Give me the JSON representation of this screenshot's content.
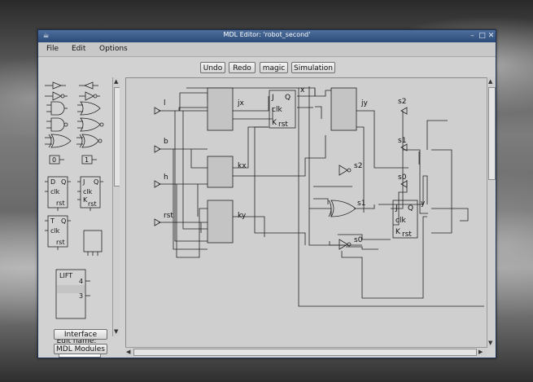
{
  "window": {
    "title": "MDL Editor: 'robot_second'"
  },
  "menu": [
    "File",
    "Edit",
    "Options"
  ],
  "toolbar": [
    "Undo",
    "Redo",
    "magic",
    "Simulation"
  ],
  "palette": {
    "const0": "0",
    "const1": "1",
    "dff": {
      "d": "D",
      "q": "Q",
      "clk": "clk",
      "rst": "rst"
    },
    "jkff": {
      "j": "J",
      "q": "Q",
      "clk": "clk",
      "k": "K",
      "rst": "rst"
    },
    "tff": {
      "t": "T",
      "q": "Q",
      "clk": "clk",
      "rst": "rst"
    },
    "lift": {
      "label": "LIFT",
      "n4": "4",
      "n3": "3"
    }
  },
  "sidebar": {
    "edit_name_label": "Edit name:",
    "edit_name_value": "",
    "interface_button": "Interface",
    "modules_button": "MDL Modules"
  },
  "circuit": {
    "inputs": [
      "l",
      "b",
      "h",
      "rst"
    ],
    "blocks": [
      "jx",
      "kx",
      "ky",
      "jy"
    ],
    "ff_labels": {
      "j": "J",
      "q": "Q",
      "clk": "clk",
      "k": "K",
      "rst": "rst"
    },
    "signals": [
      "x",
      "s2",
      "s1",
      "s0",
      "s2",
      "s1",
      "s0",
      "y"
    ]
  }
}
